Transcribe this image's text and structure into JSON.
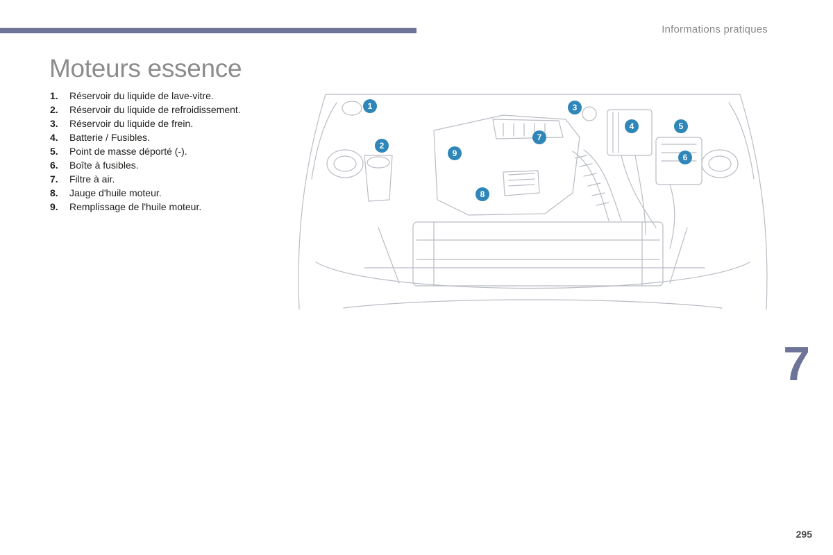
{
  "header": {
    "section": "Informations pratiques"
  },
  "title": "Moteurs essence",
  "legend": [
    {
      "num": "1.",
      "text": "Réservoir du liquide de lave-vitre."
    },
    {
      "num": "2.",
      "text": "Réservoir du liquide de refroidissement."
    },
    {
      "num": "3.",
      "text": "Réservoir du liquide de frein."
    },
    {
      "num": "4.",
      "text": "Batterie / Fusibles."
    },
    {
      "num": "5.",
      "text": "Point de masse déporté (-)."
    },
    {
      "num": "6.",
      "text": "Boîte à fusibles."
    },
    {
      "num": "7.",
      "text": "Filtre à air."
    },
    {
      "num": "8.",
      "text": "Jauge d'huile moteur."
    },
    {
      "num": "9.",
      "text": "Remplissage de l'huile moteur."
    }
  ],
  "diagram": {
    "markers": [
      "1",
      "2",
      "3",
      "4",
      "5",
      "6",
      "7",
      "8",
      "9"
    ]
  },
  "chapter": "7",
  "page_number": "295",
  "colors": {
    "accent": "#6e7398",
    "marker": "#2f86b8",
    "line": "#b9bcc4"
  }
}
